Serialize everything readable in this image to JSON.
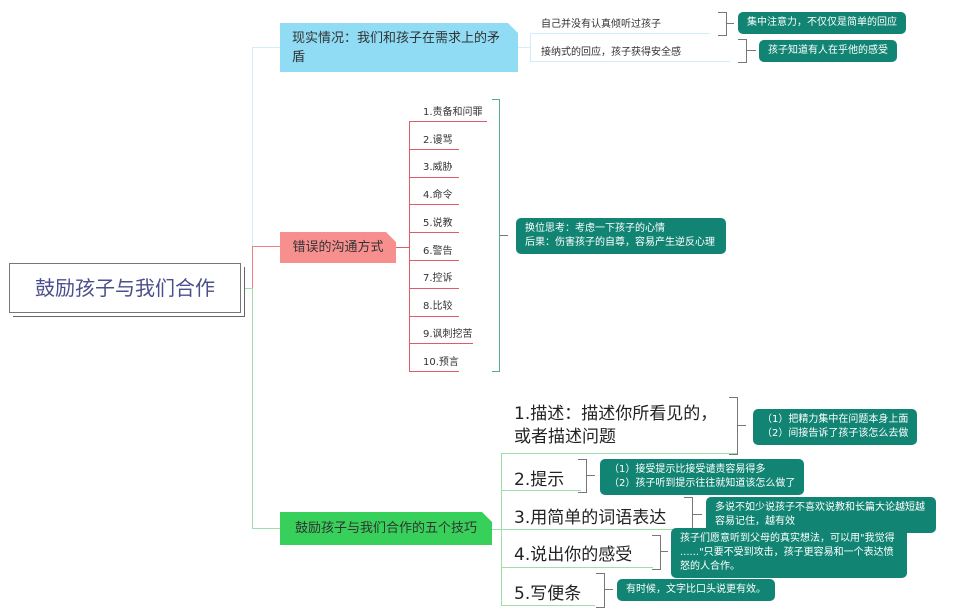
{
  "root": {
    "label": "鼓励孩子与我们合作"
  },
  "branches": [
    {
      "label": "现实情况：我们和孩子在需求上的矛盾",
      "color": "#8fdcf4",
      "children": [
        {
          "label": "自己并没有认真倾听过孩子",
          "note": "集中注意力，不仅仅是简单的回应"
        },
        {
          "label": "接纳式的回应，孩子获得安全感",
          "note": "孩子知道有人在乎他的感受"
        }
      ]
    },
    {
      "label": "错误的沟通方式",
      "color": "#f78f8f",
      "children": [
        {
          "label": "1.责备和问罪"
        },
        {
          "label": "2.谩骂"
        },
        {
          "label": "3.威胁"
        },
        {
          "label": "4.命令"
        },
        {
          "label": "5.说教"
        },
        {
          "label": "6.警告"
        },
        {
          "label": "7.控诉"
        },
        {
          "label": "8.比较"
        },
        {
          "label": "9.讽刺挖苦"
        },
        {
          "label": "10.预言"
        }
      ],
      "note": {
        "line1": "换位思考：考虑一下孩子的心情",
        "line2": "后果：伤害孩子的自尊，容易产生逆反心理"
      }
    },
    {
      "label": "鼓励孩子与我们合作的五个技巧",
      "color": "#36d05a",
      "children": [
        {
          "label_line1": "1.描述：描述你所看见的，",
          "label_line2": "或者描述问题",
          "note_line1": "（1）把精力集中在问题本身上面",
          "note_line2": "（2）间接告诉了孩子该怎么去做"
        },
        {
          "label": "2.提示",
          "note_line1": "（1）接受提示比接受谴责容易得多",
          "note_line2": "（2）孩子听到提示往往就知道该怎么做了"
        },
        {
          "label": "3.用简单的词语表达",
          "note_line1": "多说不如少说孩子不喜欢说教和长篇大论越短越",
          "note_line2": "容易记住，越有效"
        },
        {
          "label": "4.说出你的感受",
          "note_line1": "孩子们愿意听到父母的真实想法，可以用\"我觉得",
          "note_line2": "......\"只要不受到攻击，孩子更容易和一个表达愤",
          "note_line3": "怒的人合作。"
        },
        {
          "label": "5.写便条",
          "note": "有时候，文字比口头说更有效。"
        }
      ]
    }
  ]
}
